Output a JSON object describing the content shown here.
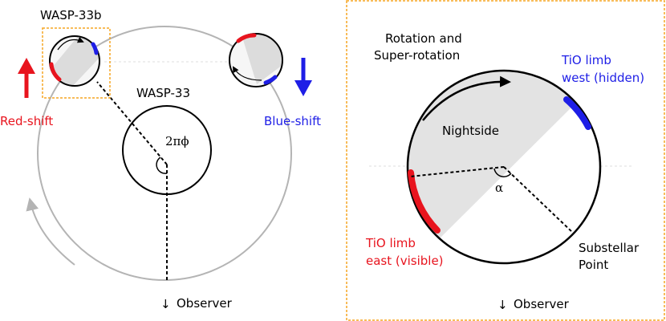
{
  "colors": {
    "red": "#e8141e",
    "blue": "#1e1ee6",
    "orbit": "#b4b4b4",
    "box": "#f5a623",
    "shade": "#e3e3e3",
    "line": "#000000"
  },
  "left": {
    "planet_label": "WASP-33b",
    "star_label": "WASP-33",
    "phase_label": "2πϕ",
    "red_shift_label": "Red-shift",
    "blue_shift_label": "Blue-shift",
    "observer_label": "Observer",
    "observer_arrow": "↓"
  },
  "right": {
    "rotation_label_line1": "Rotation and",
    "rotation_label_line2": "Super-rotation",
    "nightside_label": "Nightside",
    "tio_west_line1": "TiO limb",
    "tio_west_line2": "west (hidden)",
    "tio_east_line1": "TiO limb",
    "tio_east_line2": "east (visible)",
    "alpha_label": "α",
    "substellar_line1": "Substellar",
    "substellar_line2": "Point",
    "observer_label": "Observer",
    "observer_arrow": "↓"
  }
}
